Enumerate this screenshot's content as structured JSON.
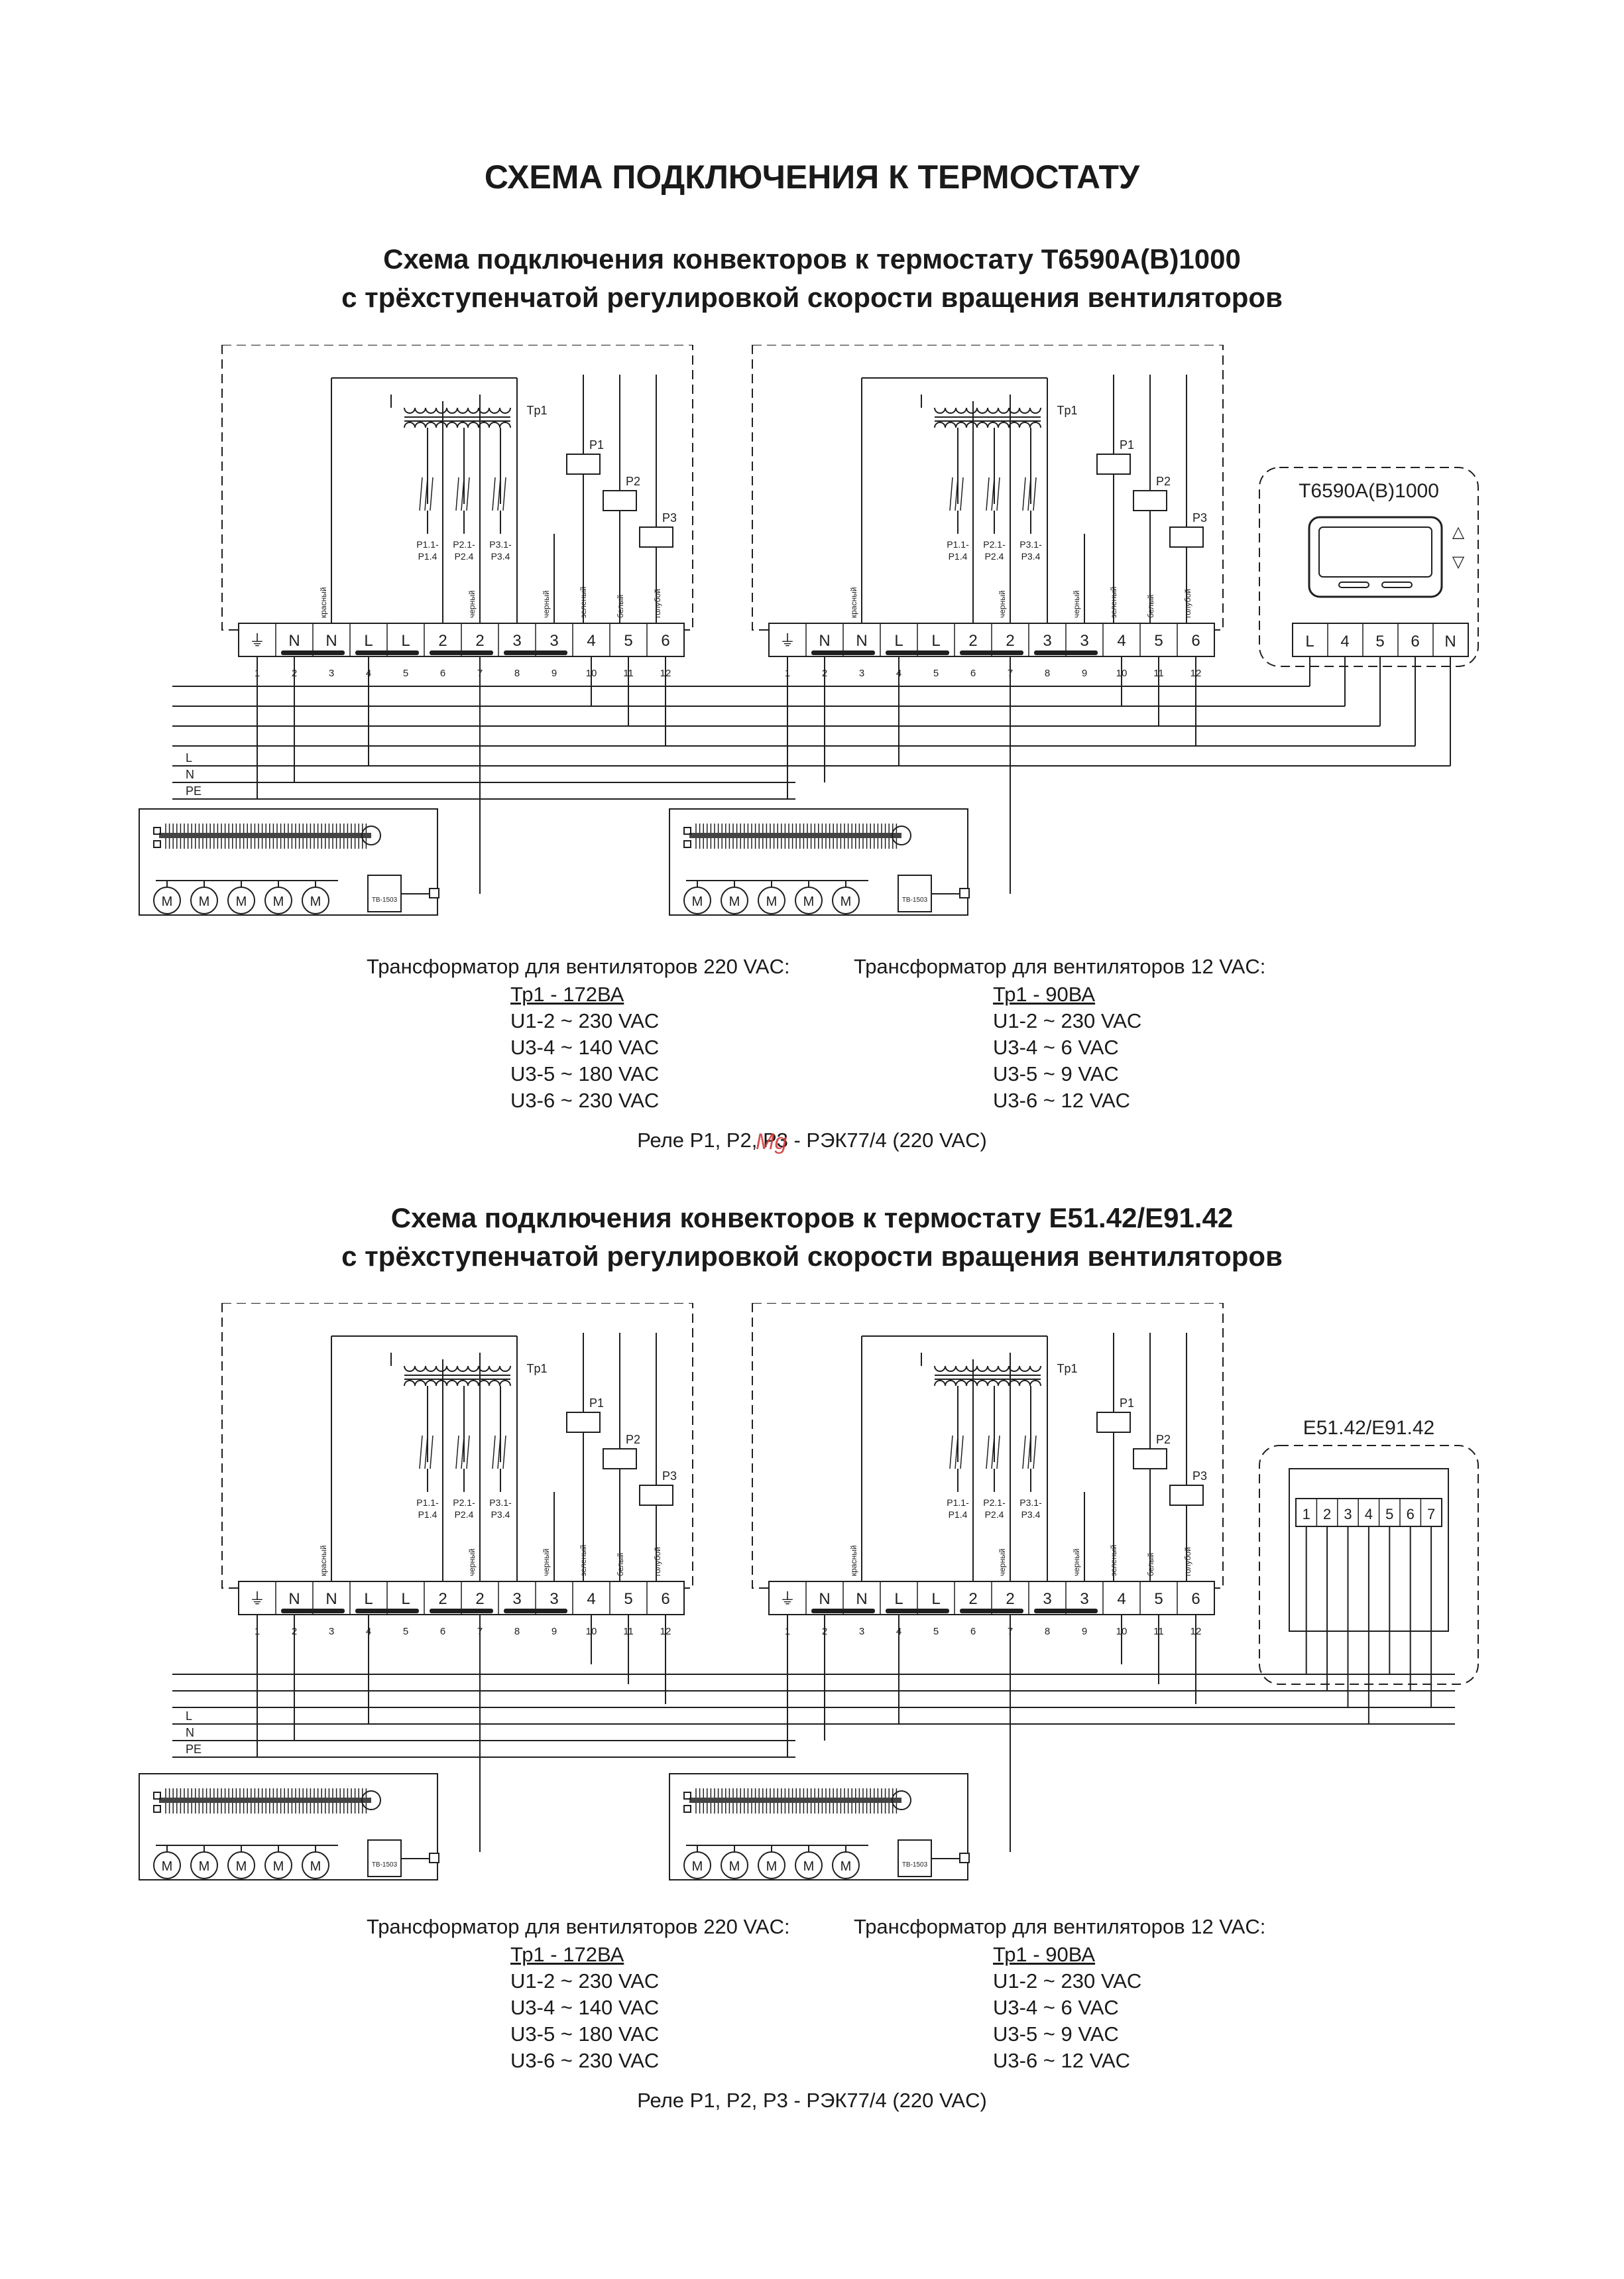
{
  "page": {
    "main_title": "СХЕМА ПОДКЛЮЧЕНИЯ К ТЕРМОСТАТУ",
    "watermark": "Mg"
  },
  "sections": [
    {
      "title_line1": "Схема подключения конвекторов к термостату T6590A(B)1000",
      "title_line2": "с трёхступенчатой регулировкой скорости  вращения вентиляторов",
      "thermostat_label": "T6590A(B)1000",
      "thermostat_terminals": [
        "L",
        "4",
        "5",
        "6",
        "N"
      ],
      "notes": {
        "left_head": "Трансформатор для вентиляторов 220 VAC:",
        "left_lines": [
          "Тр1 - 172ВА",
          "U1-2 ~ 230 VAC",
          "U3-4 ~ 140 VAC",
          "U3-5 ~ 180 VAC",
          "U3-6 ~ 230 VAC"
        ],
        "right_head": "Трансформатор для вентиляторов 12 VAC:",
        "right_lines": [
          "Тр1 - 90ВА",
          "U1-2 ~ 230 VAC",
          "U3-4 ~ 6 VAC",
          "U3-5 ~ 9 VAC",
          "U3-6 ~ 12 VAC"
        ],
        "relay": "Реле P1, P2, P3 - РЭК77/4 (220 VAC)"
      }
    },
    {
      "title_line1": "Схема подключения конвекторов к термостату E51.42/E91.42",
      "title_line2": "с трёхступенчатой регулировкой скорости вращения вентиляторов",
      "thermostat_label": "E51.42/E91.42",
      "thermostat_terminals": [
        "1",
        "2",
        "3",
        "4",
        "5",
        "6",
        "7"
      ],
      "notes": {
        "left_head": "Трансформатор для вентиляторов 220 VAC:",
        "left_lines": [
          "Тр1 - 172ВА",
          "U1-2 ~ 230 VAC",
          "U3-4 ~ 140 VAC",
          "U3-5 ~ 180 VAC",
          "U3-6 ~ 230 VAC"
        ],
        "right_head": "Трансформатор для вентиляторов 12 VAC:",
        "right_lines": [
          "Тр1 - 90ВА",
          "U1-2 ~ 230 VAC",
          "U3-4 ~ 6 VAC",
          "U3-5 ~ 9 VAC",
          "U3-6 ~ 12 VAC"
        ],
        "relay": "Реле P1, P2, P3 - РЭК77/4 (220 VAC)"
      }
    }
  ],
  "unit": {
    "transformer_label": "Tp1",
    "relay_labels": [
      "P1",
      "P2",
      "P3"
    ],
    "contact_labels": [
      "P1.1-P1.4",
      "P2.1-P2.4",
      "P3.1-P3.4"
    ],
    "terminal_labels": [
      "⏚",
      "N",
      "N",
      "L",
      "L",
      "2",
      "2",
      "3",
      "3",
      "4",
      "5",
      "6"
    ],
    "terminal_numbers": [
      "1",
      "2",
      "3",
      "4",
      "5",
      "6",
      "7",
      "8",
      "9",
      "10",
      "11",
      "12"
    ],
    "wire_colors": [
      "красный",
      "черный",
      "черный",
      "зеленый",
      "белый",
      "голубой"
    ],
    "bus_labels": [
      "L",
      "N",
      "PE"
    ],
    "motor_symbol": "M",
    "controller_label": "TB-1503",
    "motor_count": 5
  }
}
